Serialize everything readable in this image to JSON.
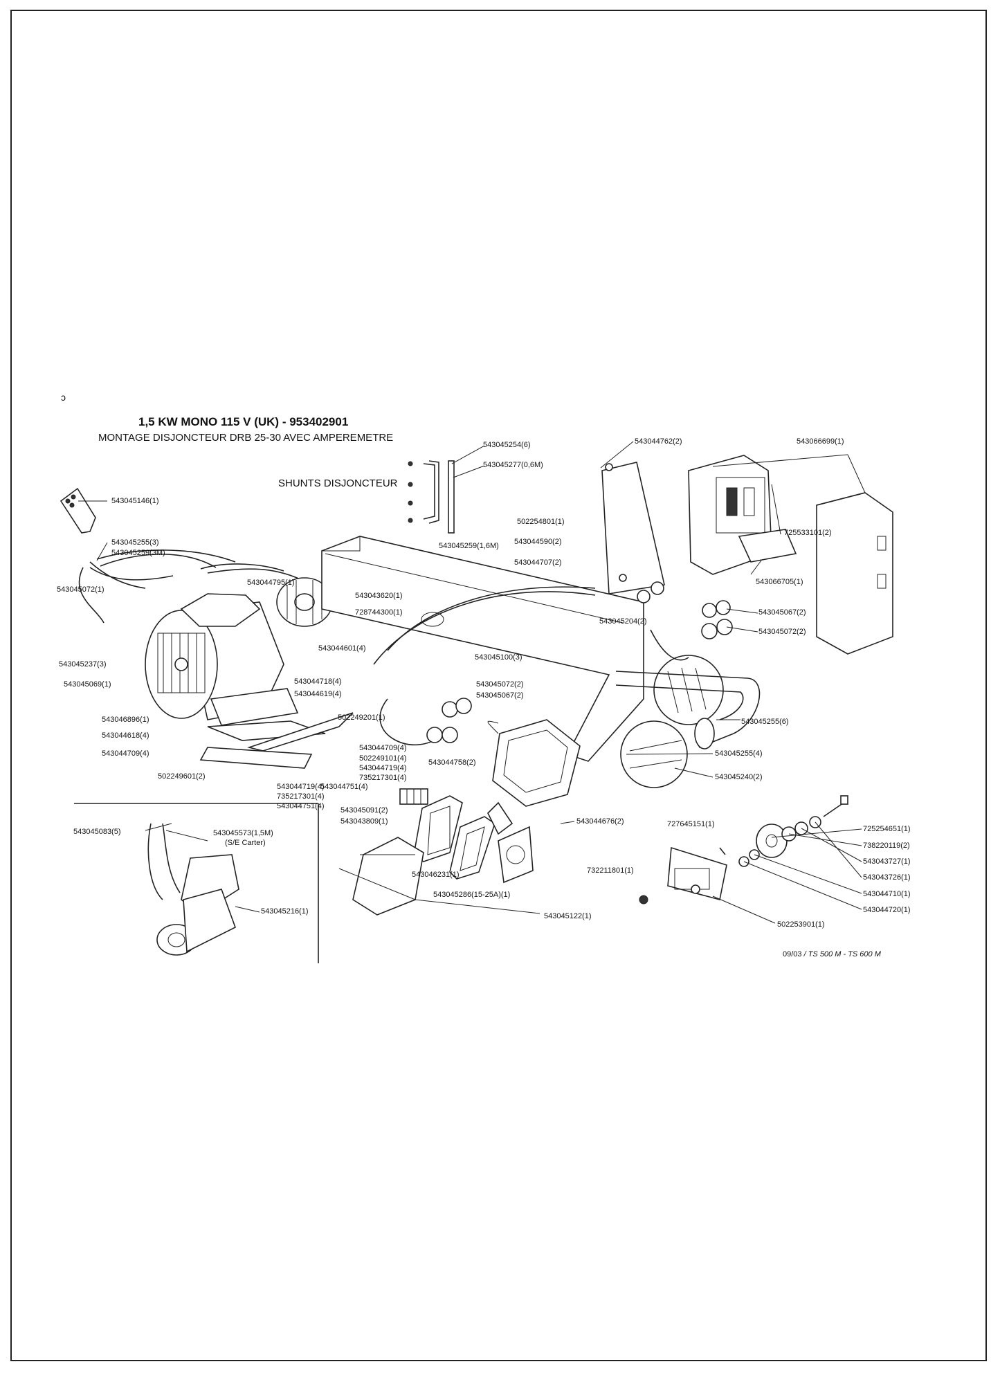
{
  "header": {
    "corner_mark": "ɔ",
    "title": "1,5 KW MONO 115 V (UK) - 953402901",
    "subtitle": "MONTAGE DISJONCTEUR DRB 25-30 AVEC AMPEREMETRE",
    "shunts_label": "SHUNTS DISJONCTEUR"
  },
  "parts": [
    "543045254(6)",
    "543045277(0,6M)",
    "543044762(2)",
    "543066699(1)",
    "543045146(1)",
    "543045255(3)",
    "543045259(3M)",
    "543045259(1,6M)",
    "502254801(1)",
    "725533101(2)",
    "543044590(2)",
    "543044707(2)",
    "543066705(1)",
    "543045072(1)",
    "543044795(1)",
    "543043620(1)",
    "728744300(1)",
    "543045204(2)",
    "543045067(2)",
    "543045072(2)",
    "543045237(3)",
    "543044601(4)",
    "543045100(3)",
    "543045069(1)",
    "543044718(4)",
    "543044619(4)",
    "543045072(2)",
    "543045067(2)",
    "543046896(1)",
    "502249201(1)",
    "543045255(6)",
    "543044618(4)",
    "543044709(4)",
    "502249101(4)",
    "543044719(4)",
    "735217301(4)",
    "543044751(4)",
    "543044709(4)",
    "543045255(4)",
    "502249601(2)",
    "543044758(2)",
    "543045240(2)",
    "543044719(4)",
    "735217301(4)",
    "543044751(4)",
    "543045091(2)",
    "543043809(1)",
    "543044676(2)",
    "543045083(5)",
    "543045573(1,5M)",
    "(S/E Carter)",
    "727645151(1)",
    "725254651(1)",
    "738220119(2)",
    "543043727(1)",
    "543046231(1)",
    "543045216(1)",
    "732211801(1)",
    "543043726(1)",
    "543044710(1)",
    "543045286(15-25A)(1)",
    "543044720(1)",
    "502253901(1)",
    "543045122(1)"
  ],
  "footer": {
    "date": "09/03",
    "models": "/ TS 500 M - TS 600 M"
  }
}
